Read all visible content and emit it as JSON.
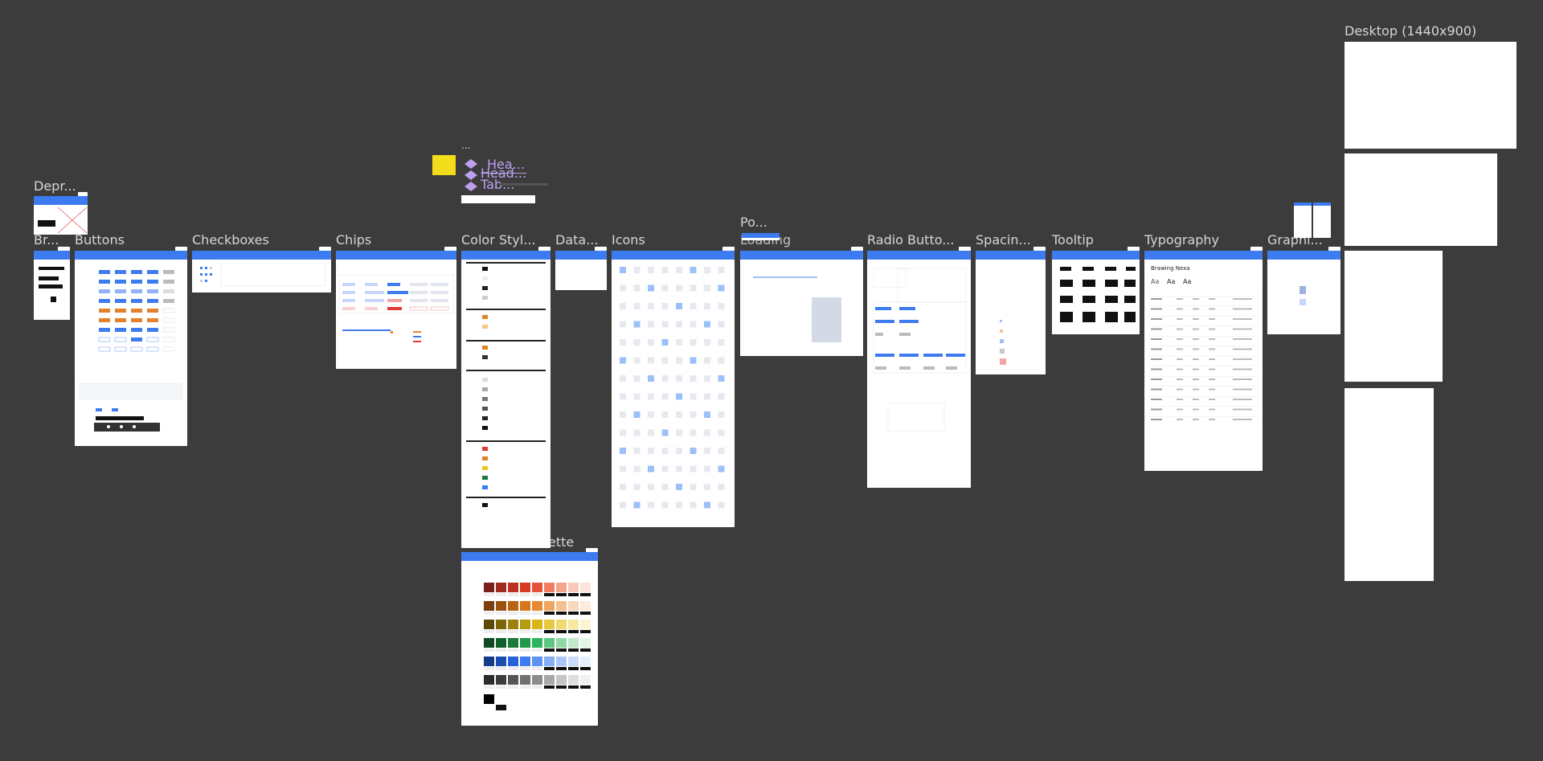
{
  "canvas": {
    "background": "#3c3c3c",
    "accent": "#3d7bf0"
  },
  "frames": [
    {
      "key": "desktop",
      "label": "Desktop (1440x900)"
    },
    {
      "key": "depr",
      "label": "Depr..."
    },
    {
      "key": "br",
      "label": "Br..."
    },
    {
      "key": "buttons",
      "label": "Buttons"
    },
    {
      "key": "checkboxes",
      "label": "Checkboxes"
    },
    {
      "key": "chips",
      "label": "Chips"
    },
    {
      "key": "colorstyles",
      "label": "Color Styl..."
    },
    {
      "key": "data",
      "label": "Data..."
    },
    {
      "key": "icons",
      "label": "Icons"
    },
    {
      "key": "po",
      "label": "Po..."
    },
    {
      "key": "loading",
      "label": "Loading"
    },
    {
      "key": "radio",
      "label": "Radio Butto..."
    },
    {
      "key": "spacing",
      "label": "Spacin..."
    },
    {
      "key": "tooltip",
      "label": "Tooltip"
    },
    {
      "key": "typography",
      "label": "Typography"
    },
    {
      "key": "graphi",
      "label": "Graphi..."
    },
    {
      "key": "palette",
      "label": "ette"
    }
  ],
  "layers": {
    "dots": "...",
    "items": [
      "Hea...",
      "Head...",
      "Tab..."
    ]
  },
  "typography_sample": {
    "heading": "Brawing Nexa",
    "glyphs": [
      "Aa",
      "Aa",
      "Aa"
    ]
  }
}
